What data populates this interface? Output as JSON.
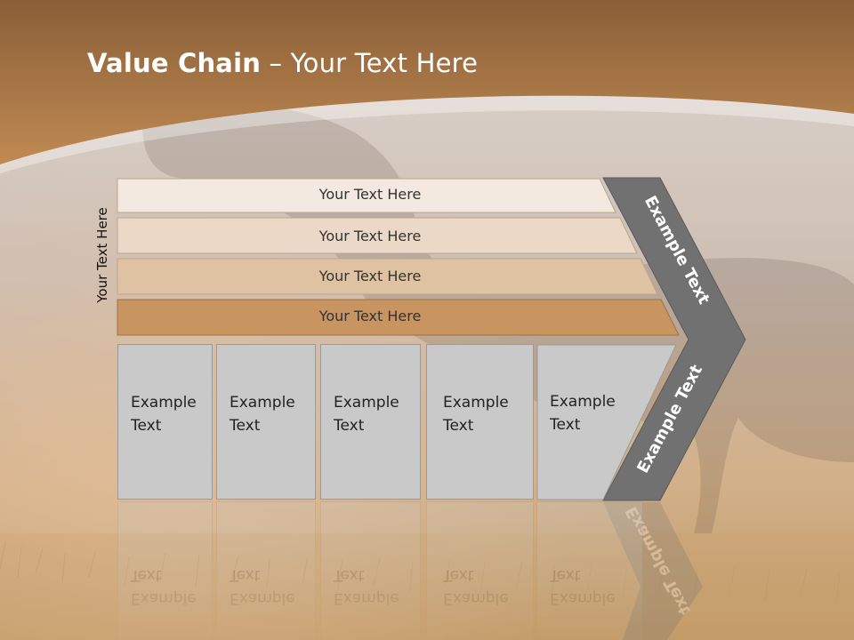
{
  "title": {
    "bold": "Value Chain",
    "rest": " – Your Text Here"
  },
  "side_label": "Your Text Here",
  "bars": [
    {
      "label": "Your Text Here",
      "color": "#f3e9e0"
    },
    {
      "label": "Your Text Here",
      "color": "#ecd8c6"
    },
    {
      "label": "Your Text Here",
      "color": "#dfc2a1"
    },
    {
      "label": "Your Text Here",
      "color": "#c8945f"
    }
  ],
  "boxes": [
    {
      "line1": "Example",
      "line2": "Text"
    },
    {
      "line1": "Example",
      "line2": "Text"
    },
    {
      "line1": "Example",
      "line2": "Text"
    },
    {
      "line1": "Example",
      "line2": "Text"
    },
    {
      "line1": "Example",
      "line2": "Text"
    }
  ],
  "arrow": {
    "upper_label": "Example Text",
    "lower_label": "Example Text",
    "color": "#717171"
  },
  "colors": {
    "header": "#b07a43",
    "box_fill": "#c9c9c9"
  }
}
